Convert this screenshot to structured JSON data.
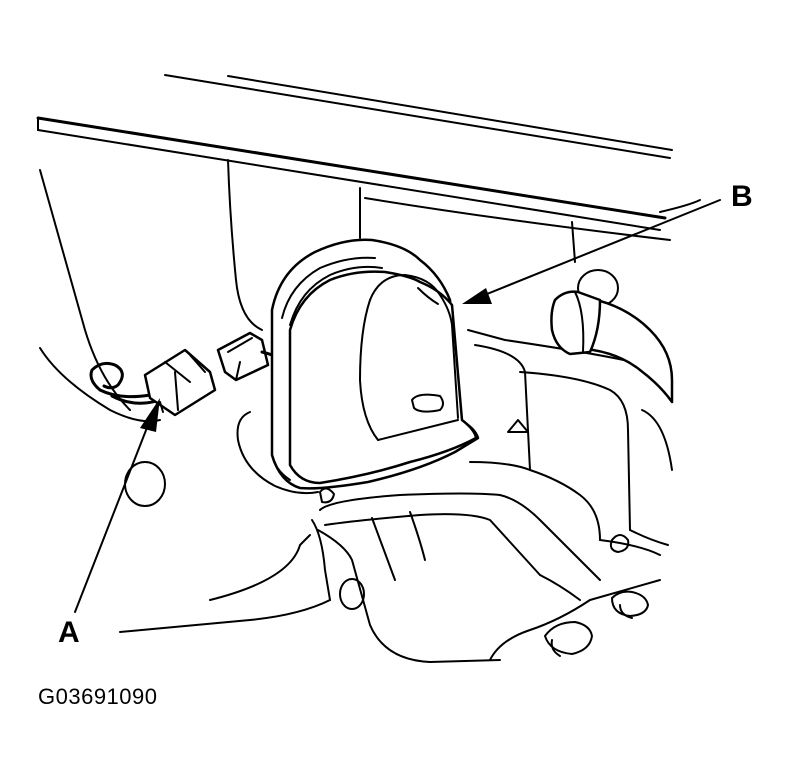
{
  "callouts": {
    "a": "A",
    "b": "B"
  },
  "figure_code": "G03691090",
  "colors": {
    "line": "#000000",
    "background": "#ffffff"
  },
  "parts": [
    "horn-connector",
    "horn"
  ]
}
